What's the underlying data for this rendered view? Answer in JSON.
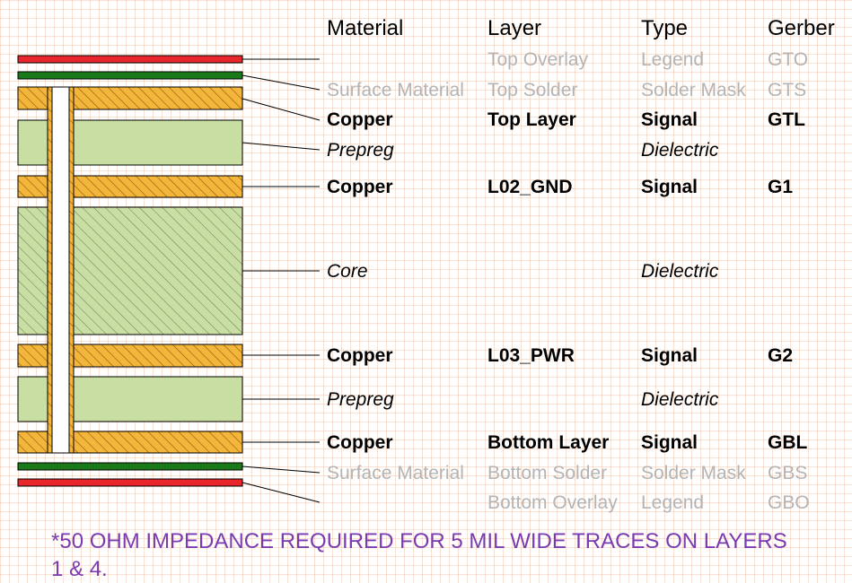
{
  "headers": {
    "material": "Material",
    "layer": "Layer",
    "type": "Type",
    "gerber": "Gerber"
  },
  "rows": [
    {
      "material": "",
      "layer": "Top Overlay",
      "type": "Legend",
      "gerber": "GTO"
    },
    {
      "material": "Surface Material",
      "layer": "Top Solder",
      "type": "Solder Mask",
      "gerber": "GTS"
    },
    {
      "material": "Copper",
      "layer": "Top Layer",
      "type": "Signal",
      "gerber": "GTL"
    },
    {
      "material": "Prepreg",
      "layer": "",
      "type": "Dielectric",
      "gerber": ""
    },
    {
      "material": "Copper",
      "layer": "L02_GND",
      "type": "Signal",
      "gerber": "G1"
    },
    {
      "material": "Core",
      "layer": "",
      "type": "Dielectric",
      "gerber": ""
    },
    {
      "material": "Copper",
      "layer": "L03_PWR",
      "type": "Signal",
      "gerber": "G2"
    },
    {
      "material": "Prepreg",
      "layer": "",
      "type": "Dielectric",
      "gerber": ""
    },
    {
      "material": "Copper",
      "layer": "Bottom Layer",
      "type": "Signal",
      "gerber": "GBL"
    },
    {
      "material": "Surface Material",
      "layer": "Bottom Solder",
      "type": "Solder Mask",
      "gerber": "GBS"
    },
    {
      "material": "",
      "layer": "Bottom Overlay",
      "type": "Legend",
      "gerber": "GBO"
    }
  ],
  "note": "*50 OHM IMPEDANCE REQUIRED FOR 5 MIL WIDE TRACES ON LAYERS 1 & 4.",
  "colors": {
    "overlay": "#e8262b",
    "solder_mask": "#1a7a1a",
    "copper": "#f3b53a",
    "dielectric": "#c9dea3",
    "note": "#7a3ab0",
    "faded_text": "#b4b4b4",
    "grid": "#e8aa82"
  }
}
